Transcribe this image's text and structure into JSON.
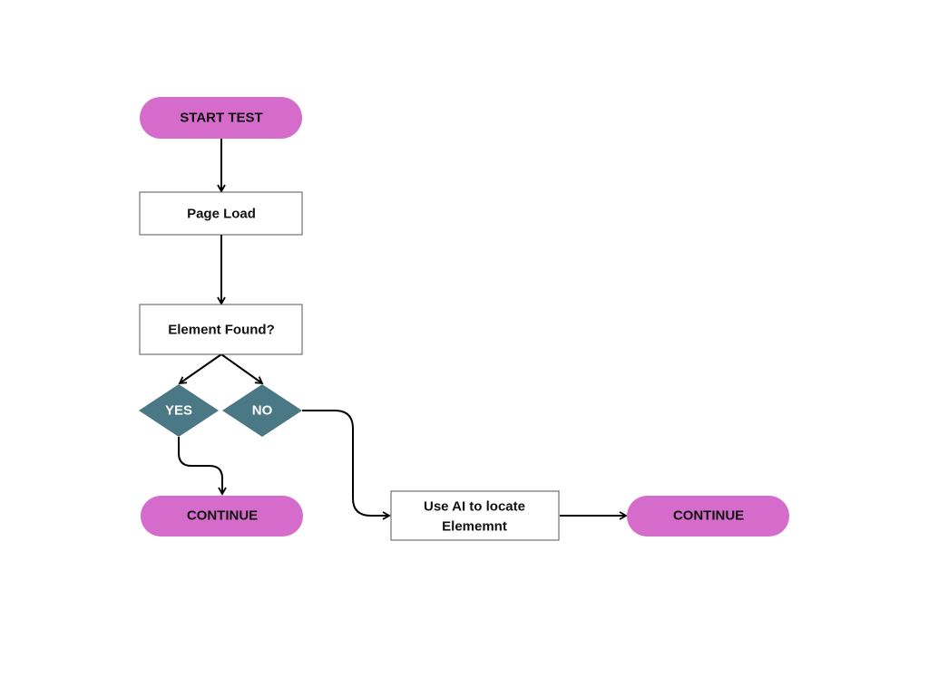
{
  "colors": {
    "terminal_fill": "#d56bcb",
    "decision_fill": "#4a7885",
    "process_fill": "#ffffff",
    "process_stroke": "#555555",
    "connector": "#000000"
  },
  "nodes": {
    "start": {
      "label": "START TEST",
      "shape": "terminal"
    },
    "page_load": {
      "label": "Page Load",
      "shape": "process"
    },
    "element_found": {
      "label": "Element Found?",
      "shape": "process"
    },
    "yes": {
      "label": "YES",
      "shape": "decision"
    },
    "no": {
      "label": "NO",
      "shape": "decision"
    },
    "continue_left": {
      "label": "CONTINUE",
      "shape": "terminal"
    },
    "use_ai": {
      "label_line1": "Use AI to locate",
      "label_line2": "Elememnt",
      "shape": "process"
    },
    "continue_right": {
      "label": "CONTINUE",
      "shape": "terminal"
    }
  },
  "edges": [
    {
      "from": "start",
      "to": "page_load"
    },
    {
      "from": "page_load",
      "to": "element_found"
    },
    {
      "from": "element_found",
      "to": "yes"
    },
    {
      "from": "element_found",
      "to": "no"
    },
    {
      "from": "yes",
      "to": "continue_left"
    },
    {
      "from": "no",
      "to": "use_ai"
    },
    {
      "from": "use_ai",
      "to": "continue_right"
    }
  ]
}
